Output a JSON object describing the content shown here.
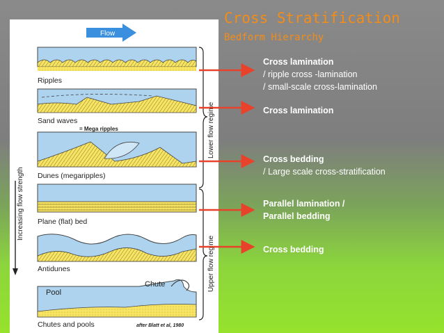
{
  "slide": {
    "title": "Cross Stratification",
    "subtitle": "Bedform Hierarchy",
    "colors": {
      "title": "#f28c1a",
      "arrow": "#e8432a",
      "water": "#aed3ee",
      "sand": "#f7e463"
    }
  },
  "figure": {
    "flow_label": "Flow",
    "increasing_label": "Increasing flow strength",
    "lower_regime": "Lower flow regime",
    "upper_regime": "Upper flow regime",
    "mega_note": "= Mega ripples",
    "chute_label": "Chute",
    "pool_label": "Pool",
    "credit": "after Blatt et al, 1980",
    "panels": [
      "Ripples",
      "Sand waves",
      "Dunes (megaripples)",
      "Plane (flat) bed",
      "Antidunes",
      "Chutes and pools"
    ]
  },
  "labels": [
    {
      "bold": "Cross lamination",
      "lines": [
        "/ ripple cross -lamination",
        "/ small-scale cross-lamination"
      ]
    },
    {
      "bold": "Cross lamination",
      "lines": []
    },
    {
      "bold": "Cross bedding",
      "lines": [
        "/ Large scale cross-stratification"
      ]
    },
    {
      "bold": "Parallel lamination /",
      "bold2": "Parallel bedding",
      "lines": []
    },
    {
      "bold": "Cross bedding",
      "lines": []
    }
  ]
}
